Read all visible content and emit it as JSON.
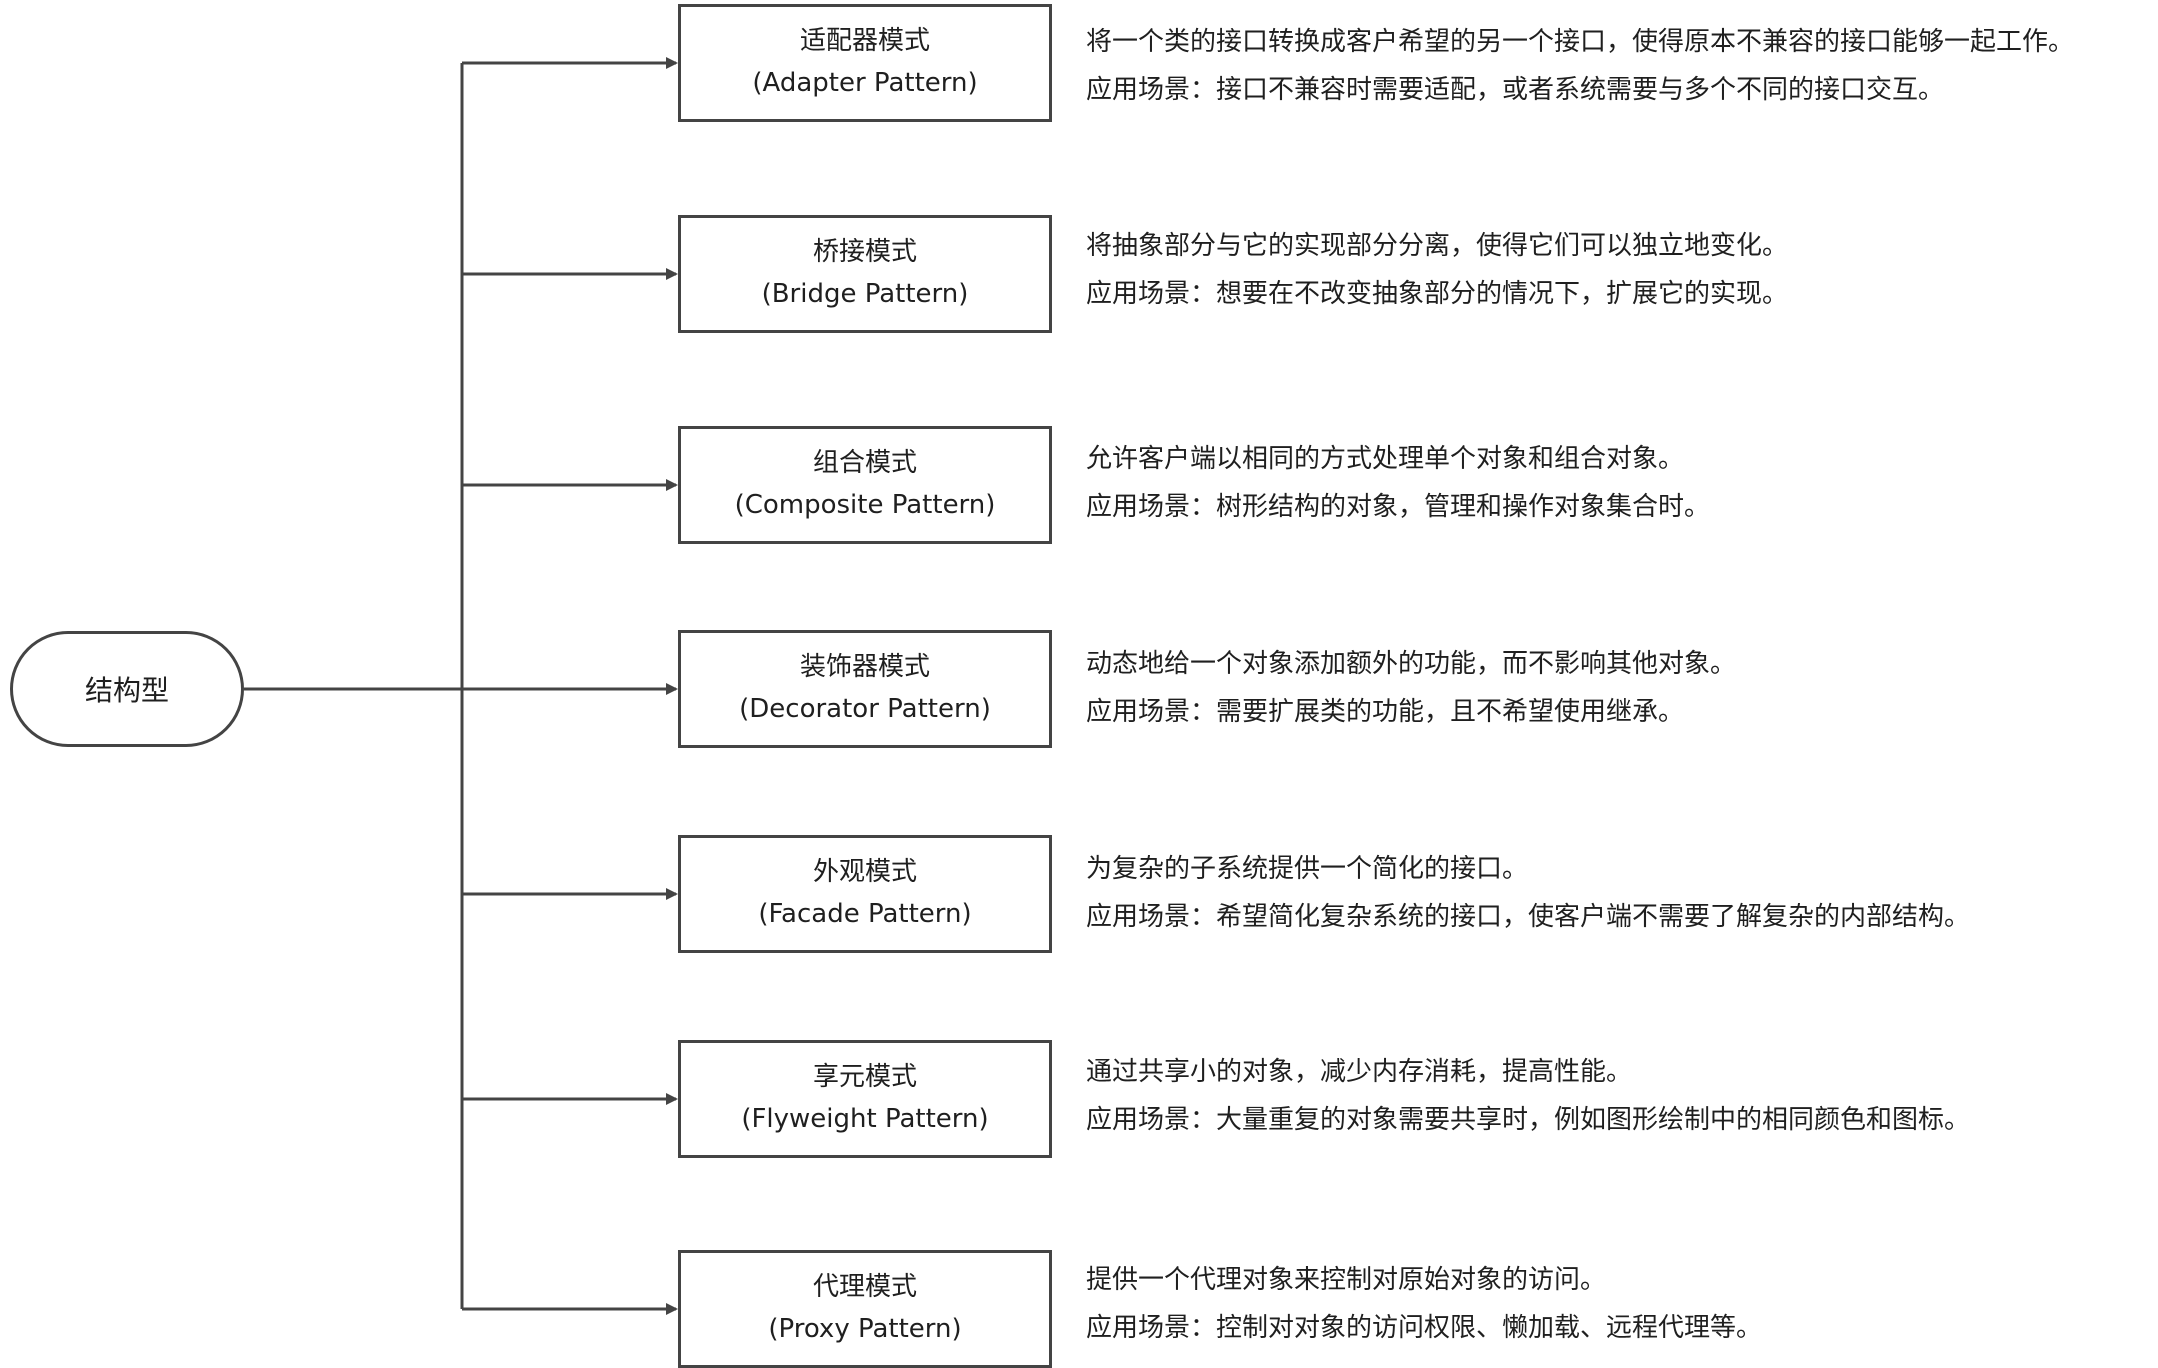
{
  "root": {
    "label": "结构型"
  },
  "patterns": [
    {
      "name_cn": "适配器模式",
      "name_en": "(Adapter Pattern)",
      "description": "将一个类的接口转换成客户希望的另一个接口，使得原本不兼容的接口能够一起工作。",
      "usage": "应用场景：接口不兼容时需要适配，或者系统需要与多个不同的接口交互。"
    },
    {
      "name_cn": "桥接模式",
      "name_en": "(Bridge Pattern)",
      "description": "将抽象部分与它的实现部分分离，使得它们可以独立地变化。",
      "usage": "应用场景：想要在不改变抽象部分的情况下，扩展它的实现。"
    },
    {
      "name_cn": "组合模式",
      "name_en": "(Composite Pattern)",
      "description": "允许客户端以相同的方式处理单个对象和组合对象。",
      "usage": " 应用场景：树形结构的对象，管理和操作对象集合时。"
    },
    {
      "name_cn": "装饰器模式",
      "name_en": "(Decorator Pattern)",
      "description": "动态地给一个对象添加额外的功能，而不影响其他对象。",
      "usage": "应用场景：需要扩展类的功能，且不希望使用继承。"
    },
    {
      "name_cn": "外观模式",
      "name_en": "(Facade Pattern)",
      "description": " 为复杂的子系统提供一个简化的接口。",
      "usage": " 应用场景：希望简化复杂系统的接口，使客户端不需要了解复杂的内部结构。"
    },
    {
      "name_cn": "享元模式",
      "name_en": "(Flyweight Pattern)",
      "description": "通过共享小的对象，减少内存消耗，提高性能。",
      "usage": "应用场景：大量重复的对象需要共享时，例如图形绘制中的相同颜色和图标。"
    },
    {
      "name_cn": "代理模式",
      "name_en": "(Proxy Pattern)",
      "description": "提供一个代理对象来控制对原始对象的访问。",
      "usage": "应用场景：控制对对象的访问权限、懒加载、远程代理等。"
    }
  ],
  "colors": {
    "stroke": "#444444",
    "text": "#1f1f1f",
    "background": "#ffffff"
  }
}
